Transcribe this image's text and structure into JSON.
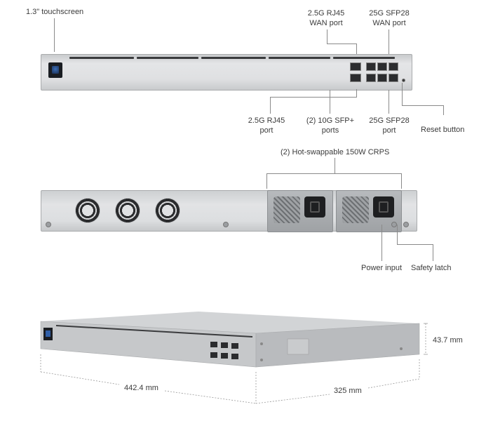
{
  "front_labels": {
    "touchscreen": "1.3\" touchscreen",
    "wan_rj45_line1": "2.5G RJ45",
    "wan_rj45_line2": "WAN port",
    "wan_sfp28_line1": "25G SFP28",
    "wan_sfp28_line2": "WAN port",
    "rj45_line1": "2.5G RJ45",
    "rj45_line2": "port",
    "sfp_plus_line1": "(2) 10G SFP+",
    "sfp_plus_line2": "ports",
    "sfp28_line1": "25G SFP28",
    "sfp28_line2": "port",
    "reset": "Reset button"
  },
  "rear_labels": {
    "crps": "(2) Hot-swappable 150W CRPS",
    "power_input": "Power input",
    "safety_latch": "Safety latch"
  },
  "dimensions": {
    "width": "442.4 mm",
    "depth": "325 mm",
    "height": "43.7 mm"
  }
}
